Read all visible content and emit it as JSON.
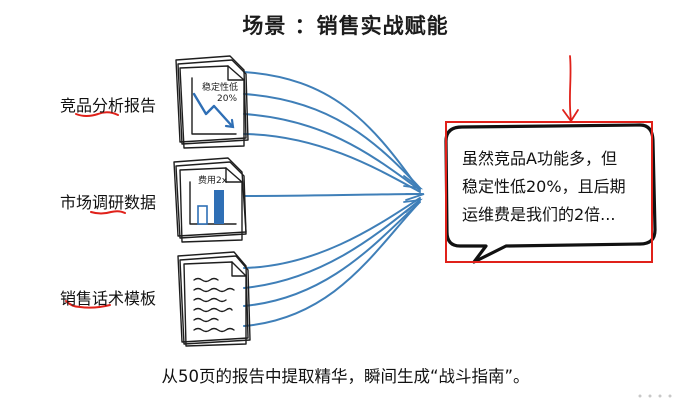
{
  "title": "场景 ：销售实战赋能",
  "sources": [
    {
      "label": "竞品分析报告",
      "doc_text_1": "稳定性低",
      "doc_text_2": "20%"
    },
    {
      "label": "市场调研数据",
      "doc_text_1": "费用2x"
    },
    {
      "label": "销售话术模板"
    }
  ],
  "bubble": {
    "line1": "虽然竞品A功能多，但",
    "line2": "稳定性低20%，且后期",
    "line3": "运维费是我们的2倍..."
  },
  "caption": "从50页的报告中提取精华，瞬间生成“战斗指南”。",
  "colors": {
    "arrow": "#3f7fb8",
    "underline": "#e0211a",
    "highlight_box": "#e0211a",
    "chart_bar": "#2f6fb5"
  }
}
